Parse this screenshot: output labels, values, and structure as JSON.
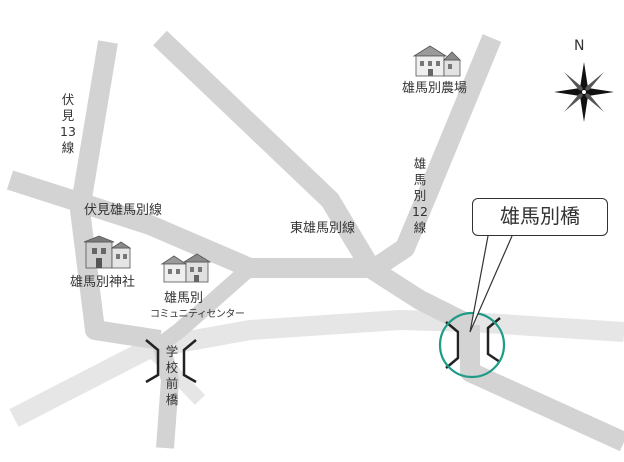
{
  "map": {
    "north_label": "N",
    "callout": "雄馬別橋",
    "labels": {
      "farm": "雄馬別農場",
      "fushimi13": "伏見13線",
      "fushimi_obetsu_line": "伏見雄馬別線",
      "higashi_obetsu_line": "東雄馬別線",
      "obetsu12": "雄馬別12線",
      "shrine": "雄馬別神社",
      "community_line1": "雄馬別",
      "community_line2": "コミュニティセンター",
      "gakko_bridge": "学校前橋"
    },
    "colors": {
      "road_main": "#d3d3d3",
      "road_light": "#e6e6e6",
      "highlight": "#1e9c86",
      "text": "#333333"
    },
    "icons": [
      "farm-building-icon",
      "shrine-building-icon",
      "community-center-building-icon",
      "compass-rose-icon"
    ]
  }
}
